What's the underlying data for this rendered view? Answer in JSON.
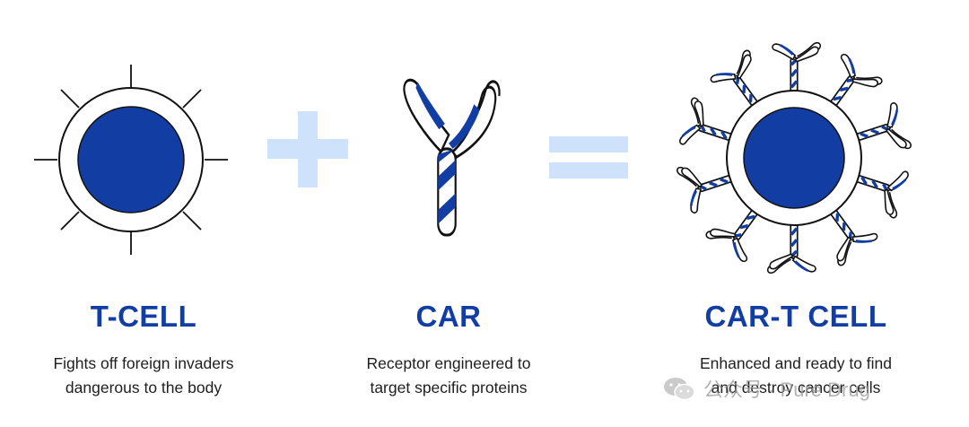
{
  "colors": {
    "primary": "#123ea4",
    "operator": "#cfe2fb",
    "outline": "#111111"
  },
  "panels": {
    "tcell": {
      "title": "T-CELL",
      "desc_line1": "Fights off foreign invaders",
      "desc_line2": "dangerous to the body"
    },
    "car": {
      "title": "CAR",
      "desc_line1": "Receptor engineered to",
      "desc_line2": "target specific proteins"
    },
    "cart": {
      "title": "CAR-T CELL",
      "desc_line1": "Enhanced and ready to find",
      "desc_line2": "and destroy cancer cells"
    }
  },
  "operators": {
    "plus": "+",
    "equals": "="
  },
  "watermark": {
    "icon": "wechat-icon",
    "text": "公众号 · Pure Drug"
  }
}
